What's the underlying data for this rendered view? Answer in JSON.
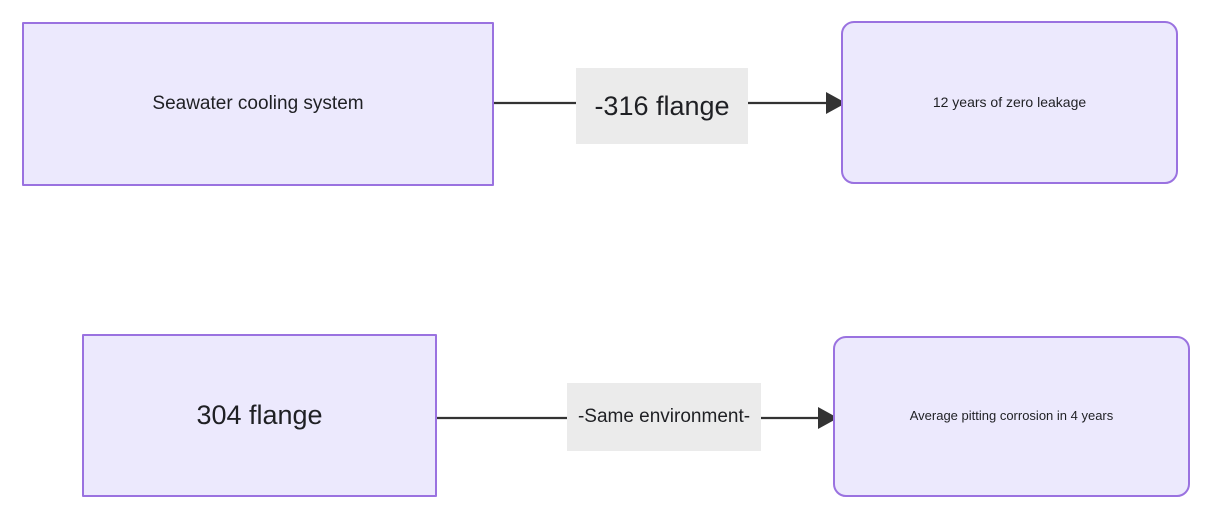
{
  "diagram": {
    "type": "flowchart",
    "direction": "left-to-right",
    "background_color": "#ffffff",
    "node_fill_color": "#ece9fd",
    "node_border_color": "#9a72e0",
    "edge_color": "#333333",
    "edge_label_background": "#ebebeb",
    "nodes": [
      {
        "id": "source",
        "label": "Seawater cooling system",
        "shape": "rectangle",
        "row": 1
      },
      {
        "id": "outcome_good",
        "label": "12 years of zero leakage",
        "shape": "rounded-rectangle",
        "row": 1
      },
      {
        "id": "alt_material",
        "label": "304 flange",
        "shape": "rectangle",
        "row": 2
      },
      {
        "id": "outcome_bad",
        "label": "Average pitting corrosion in 4 years",
        "shape": "rounded-rectangle",
        "row": 2
      }
    ],
    "edges": [
      {
        "id": "edge1",
        "from": "source",
        "to": "outcome_good",
        "label": "-316 flange",
        "arrow": "arrowhead-right"
      },
      {
        "id": "edge2",
        "from": "alt_material",
        "to": "outcome_bad",
        "label": "-Same environment-",
        "arrow": "arrowhead-right"
      }
    ]
  }
}
